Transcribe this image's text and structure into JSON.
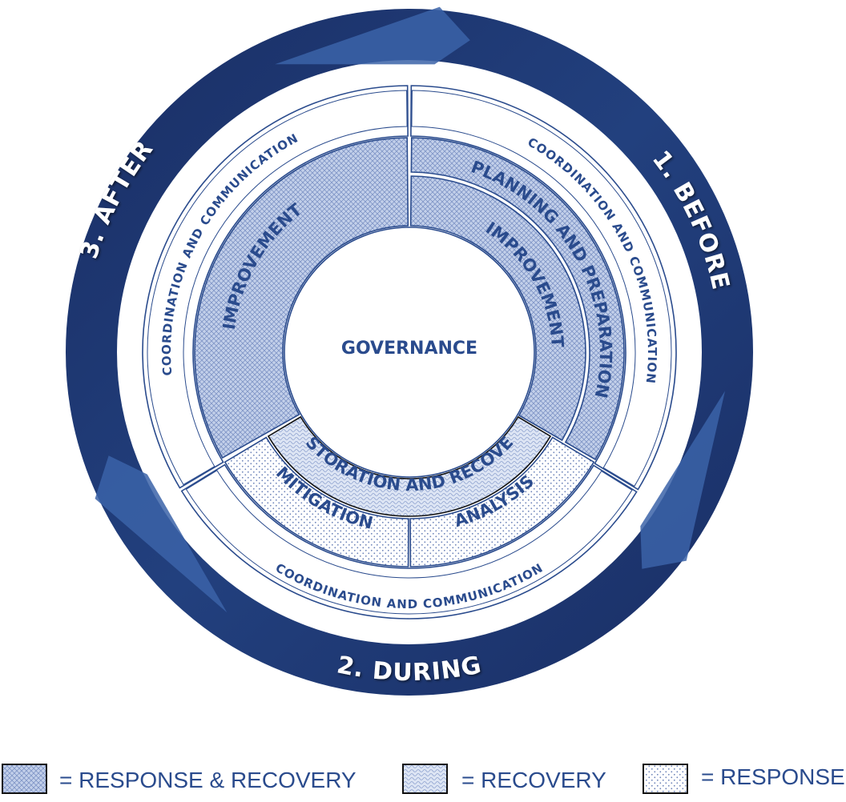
{
  "center": {
    "label": "GOVERNANCE"
  },
  "phases": {
    "before": "1. BEFORE",
    "during": "2. DURING",
    "after": "3. AFTER"
  },
  "coordination_label": "COORDINATION AND COMMUNICATION",
  "segments": {
    "after_improvement": "IMPROVEMENT",
    "planning": "PLANNING AND PREPARATION",
    "before_improvement": "IMPROVEMENT",
    "restoration": "RESTORATION AND RECOVERY",
    "mitigation": "MITIGATION",
    "analysis": "ANALYSIS"
  },
  "legend": [
    {
      "pattern": "response-recovery",
      "label": "= RESPONSE & RECOVERY"
    },
    {
      "pattern": "recovery",
      "label": "= RECOVERY"
    },
    {
      "pattern": "response",
      "label": "= RESPONSE"
    }
  ],
  "colors": {
    "navy": "#1b3470",
    "blue": "#2a4b8d",
    "light_fill": "#c5d2ea"
  }
}
